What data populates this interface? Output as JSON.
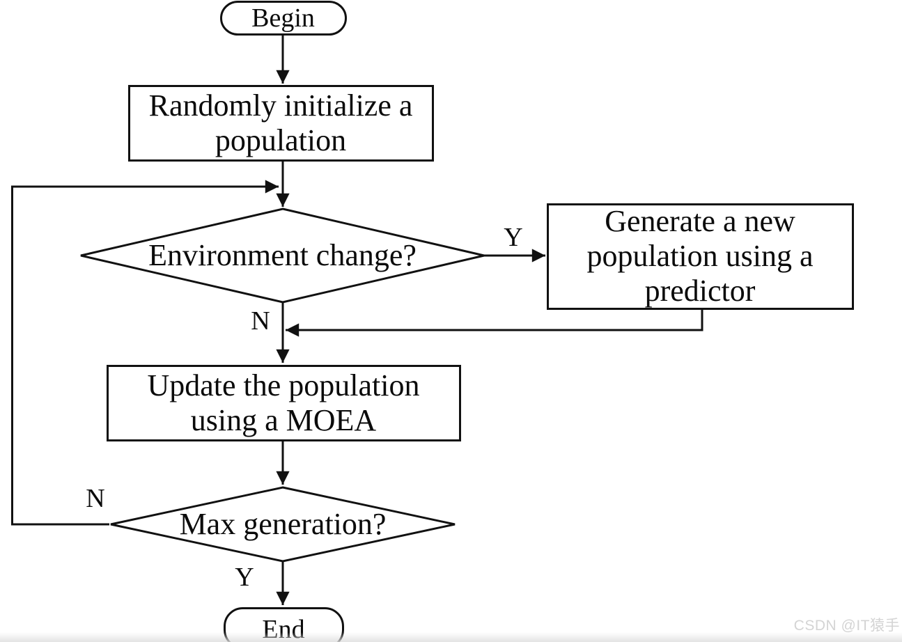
{
  "flowchart": {
    "nodes": {
      "begin": {
        "type": "terminator",
        "label": "Begin"
      },
      "init": {
        "type": "process",
        "lines": [
          "Randomly initialize a",
          "population"
        ]
      },
      "env_change": {
        "type": "decision",
        "label": "Environment change?"
      },
      "predictor": {
        "type": "process",
        "lines": [
          "Generate a new",
          "population using a",
          "predictor"
        ]
      },
      "update": {
        "type": "process",
        "lines": [
          "Update the population",
          "using a MOEA"
        ]
      },
      "max_gen": {
        "type": "decision",
        "label": "Max generation?"
      },
      "end": {
        "type": "terminator",
        "label": "End"
      }
    },
    "edge_labels": {
      "env_change_yes": "Y",
      "env_change_no": "N",
      "max_gen_no": "N",
      "max_gen_yes": "Y"
    }
  },
  "colors": {
    "stroke": "#111111",
    "process_fill": "#ffffff",
    "predictor_fill": "#c0c0c0",
    "watermark_text": "#d4d4d4"
  },
  "watermark": {
    "text": "CSDN @IT猿手"
  }
}
